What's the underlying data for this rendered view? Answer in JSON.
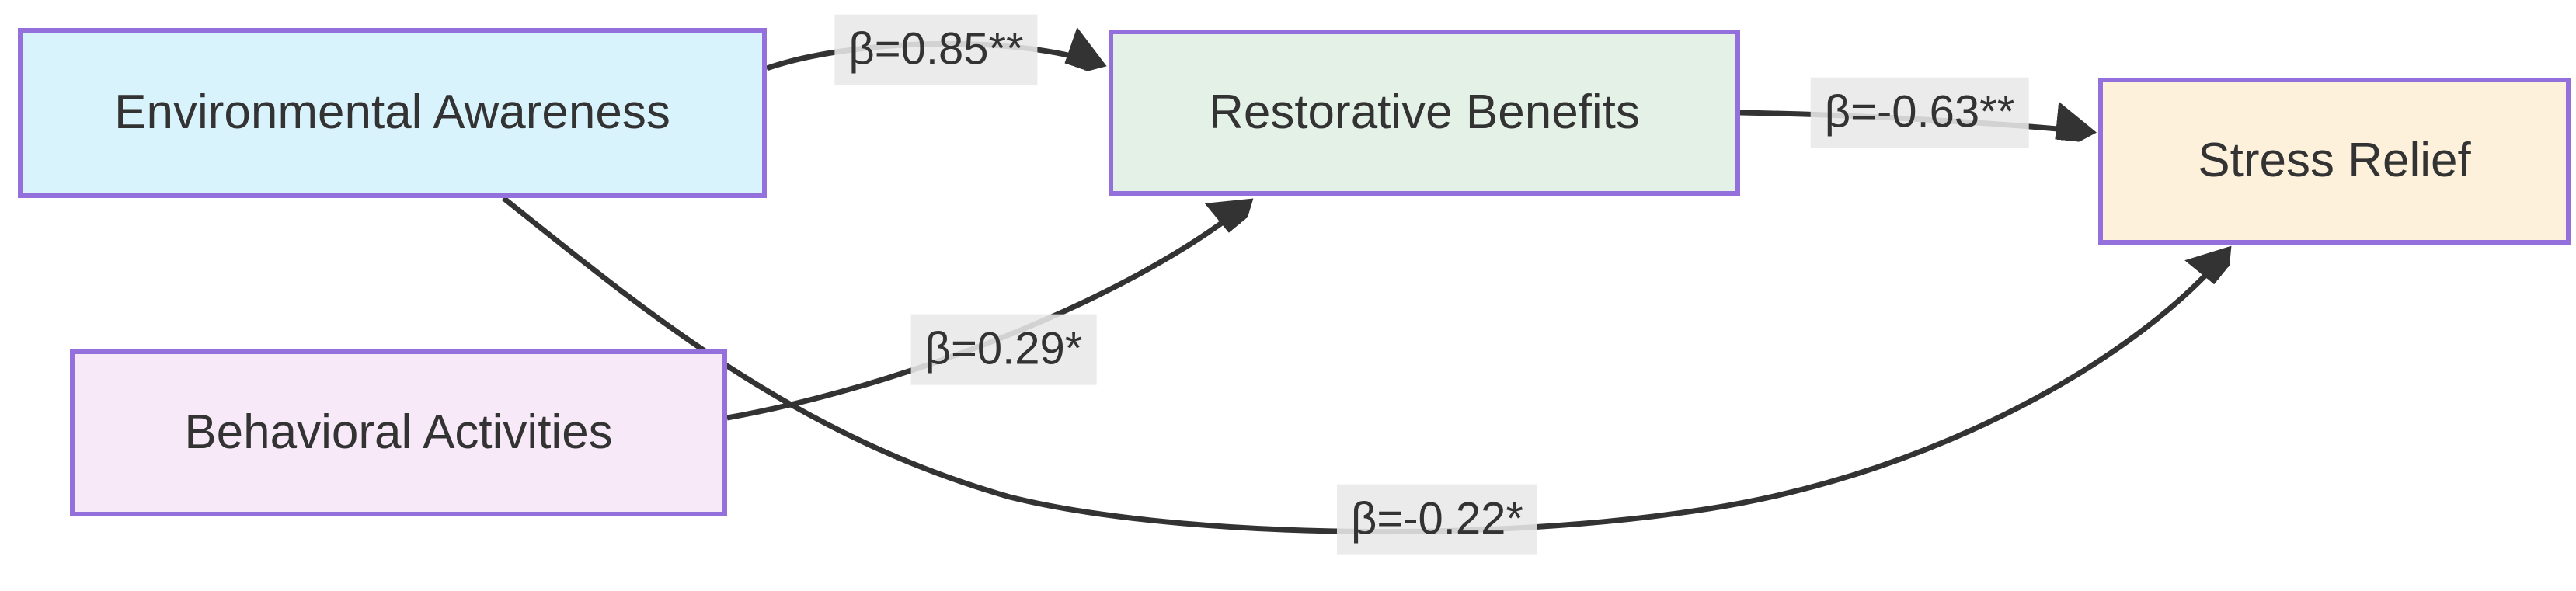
{
  "diagram": {
    "kind": "path-model-flowchart",
    "nodes": [
      {
        "id": "environmental-awareness",
        "label": "Environmental Awareness",
        "fill": "#d8f3fc"
      },
      {
        "id": "behavioral-activities",
        "label": "Behavioral Activities",
        "fill": "#f7e9f8"
      },
      {
        "id": "restorative-benefits",
        "label": "Restorative Benefits",
        "fill": "#e3f1e6"
      },
      {
        "id": "stress-relief",
        "label": "Stress Relief",
        "fill": "#fdf1dc"
      }
    ],
    "edges": [
      {
        "from": "Environmental Awareness",
        "to": "Restorative Benefits",
        "label": "β=0.85**"
      },
      {
        "from": "Restorative Benefits",
        "to": "Stress Relief",
        "label": "β=-0.63**"
      },
      {
        "from": "Behavioral Activities",
        "to": "Restorative Benefits",
        "label": "β=0.29*"
      },
      {
        "from": "Environmental Awareness",
        "to": "Stress Relief",
        "label": "β=-0.22*"
      }
    ],
    "colors": {
      "node_border": "#9370DB",
      "edge_line": "#333333",
      "text": "#333333",
      "edge_label_background": "#e8e8e8"
    }
  }
}
